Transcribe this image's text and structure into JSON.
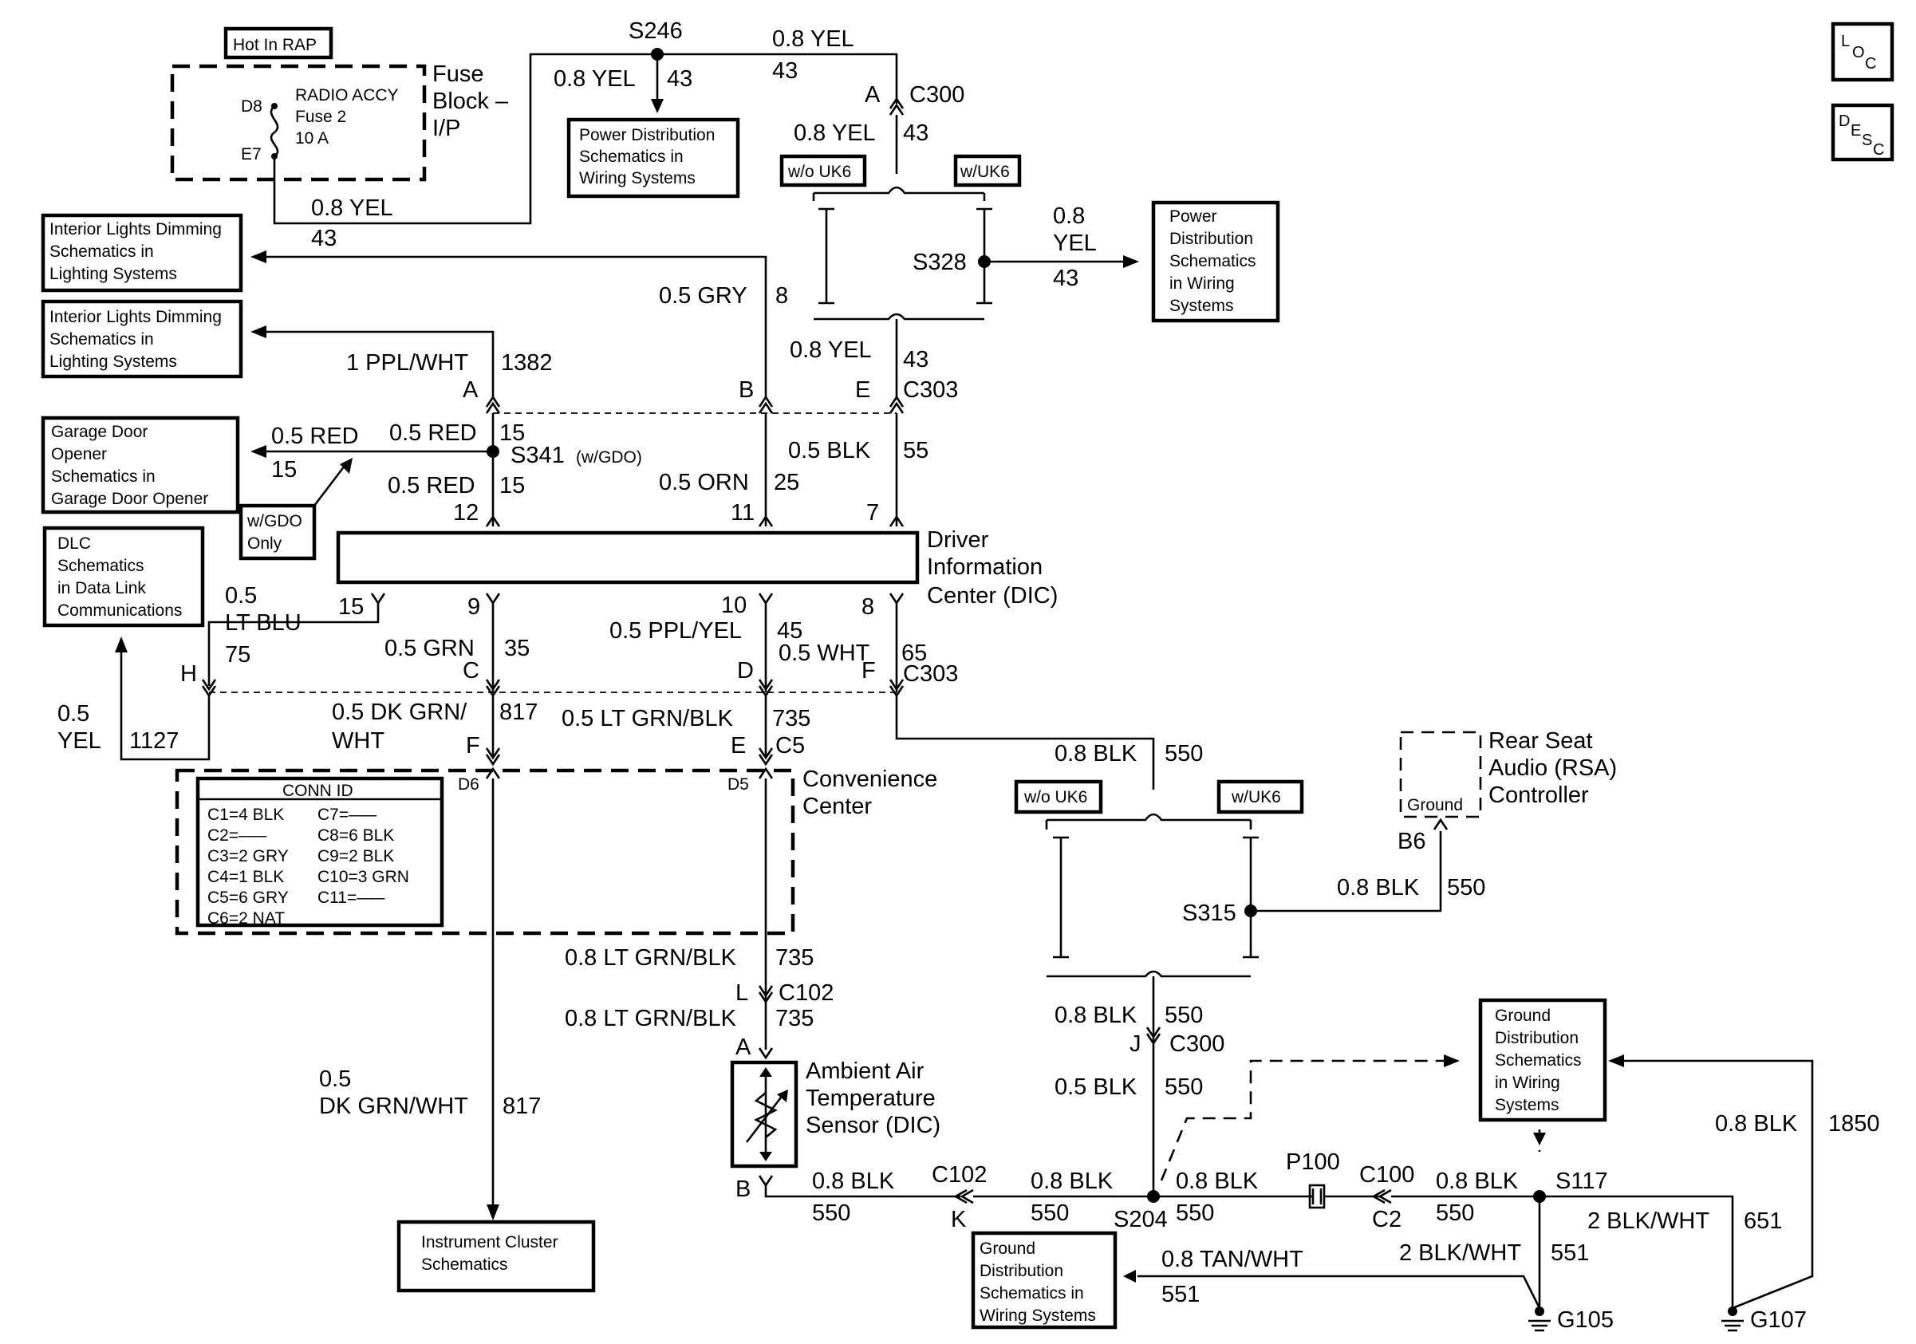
{
  "header": {
    "loc_icon": "LOC",
    "desc_icon": "DESC"
  },
  "fuse_block": {
    "tag": "Hot In RAP",
    "name_line1": "Fuse",
    "name_line2": "Block –",
    "name_line3": "I/P",
    "terminal_top": "D8",
    "terminal_bottom": "E7",
    "fuse_line1": "RADIO ACCY",
    "fuse_line2": "Fuse 2",
    "fuse_line3": "10 A",
    "wire_out": "0.8 YEL",
    "wire_out_circuit": "43"
  },
  "splices": {
    "s246": "S246",
    "s328": "S328",
    "s341": "S341",
    "s341_note": "(w/GDO)",
    "s315": "S315",
    "s204": "S204",
    "s117": "S117"
  },
  "connectors": {
    "c300": "C300",
    "c303": "C303",
    "c5": "C5",
    "c102": "C102",
    "c100": "C100",
    "c2": "C2",
    "p100": "P100",
    "c303_2": "C303",
    "c300_2": "C300",
    "c102_2": "C102"
  },
  "pins": {
    "A": "A",
    "B": "B",
    "C": "C",
    "D": "D",
    "E": "E",
    "F": "F",
    "H": "H",
    "J": "J",
    "K": "K",
    "L": "L",
    "B6": "B6",
    "D5": "D5",
    "D6": "D6",
    "A_sensor": "A",
    "B_sensor": "B",
    "E_c5": "E",
    "F_c5": "F",
    "n12": "12",
    "n11": "11",
    "n7": "7",
    "n15": "15",
    "n9": "9",
    "n10": "10",
    "n8": "8"
  },
  "wires": {
    "w_0_8_yel_a": "0.8 YEL",
    "c43_a": "43",
    "w_0_8_yel_b": "0.8 YEL",
    "c43_b": "43",
    "w_0_8_yel_c": "0.8 YEL",
    "c43_c": "43",
    "w_0_8_yel_d": "0.8",
    "w_0_8_yel_d2": "YEL",
    "c43_d": "43",
    "w_0_8_yel_e": "0.8 YEL",
    "c43_e": "43",
    "w_0_5_gry": "0.5 GRY",
    "c8": "8",
    "w_1_ppl_wht": "1 PPL/WHT",
    "c1382": "1382",
    "w_0_5_red_a": "0.5 RED",
    "c15_a": "15",
    "w_0_5_red_b": "0.5 RED",
    "c15_b": "15",
    "w_0_5_red_c": "0.5 RED",
    "c15_c": "15",
    "w_0_5_orn": "0.5 ORN",
    "c25": "25",
    "w_0_5_blk": "0.5 BLK",
    "c55": "55",
    "w_0_5_lt_blu_1": "0.5",
    "w_0_5_lt_blu_2": "LT BLU",
    "c75": "75",
    "w_0_5_grn": "0.5 GRN",
    "c35": "35",
    "w_0_5_ppl_yel": "0.5 PPL/YEL",
    "c45": "45",
    "w_0_5_wht": "0.5 WHT",
    "c65": "65",
    "w_0_5_yel_1": "0.5",
    "w_0_5_yel_2": "YEL",
    "c1127": "1127",
    "w_dk_grn_wht_1": "0.5 DK GRN/",
    "w_dk_grn_wht_2": "WHT",
    "c817_a": "817",
    "w_lt_grn_blk_a": "0.5 LT GRN/BLK",
    "c735_a": "735",
    "w_lt_grn_blk_b": "0.8 LT GRN/BLK",
    "c735_b": "735",
    "w_lt_grn_blk_c": "0.8 LT GRN/BLK",
    "c735_c": "735",
    "w_dk_grn_wht_3": "0.5",
    "w_dk_grn_wht_4": "DK GRN/WHT",
    "c817_b": "817",
    "w_0_8_blk_a": "0.8 BLK",
    "c550_a": "550",
    "w_0_8_blk_b": "0.8 BLK",
    "c550_b": "550",
    "w_0_8_blk_c": "0.8 BLK",
    "c550_c": "550",
    "w_0_5_blk_b": "0.5 BLK",
    "c550_d": "550",
    "w_0_8_blk_d": "0.8 BLK",
    "c550_e": "550",
    "w_0_8_blk_e": "0.8 BLK",
    "c550_f": "550",
    "w_0_8_blk_f": "0.8 BLK",
    "c550_g": "550",
    "w_0_8_blk_g": "0.8 BLK",
    "c550_h": "550",
    "w_0_8_blk_h": "0.8 BLK",
    "c1850": "1850",
    "w_2_blk_wht_a": "2 BLK/WHT",
    "c651": "651",
    "w_2_blk_wht_b": "2 BLK/WHT",
    "c551_a": "551",
    "w_0_8_tan_wht": "0.8 TAN/WHT",
    "c551_b": "551"
  },
  "options": {
    "wo_uk6_a": "w/o UK6",
    "w_uk6_a": "w/UK6",
    "wo_uk6_b": "w/o UK6",
    "w_uk6_b": "w/UK6",
    "w_gdo_1": "w/GDO",
    "w_gdo_2": "Only"
  },
  "components": {
    "dic_1": "Driver",
    "dic_2": "Information",
    "dic_3": "Center (DIC)",
    "conv_1": "Convenience",
    "conv_2": "Center",
    "aat_1": "Ambient Air",
    "aat_2": "Temperature",
    "aat_3": "Sensor (DIC)",
    "rsa_1": "Rear Seat",
    "rsa_2": "Audio (RSA)",
    "rsa_3": "Controller",
    "rsa_ground": "Ground",
    "g105": "G105",
    "g107": "G107"
  },
  "conn_id": {
    "title": "CONN ID",
    "left": [
      "C1=4 BLK",
      "C2=–––",
      "C3=2 GRY",
      "C4=1 BLK",
      "C5=6 GRY",
      "C6=2 NAT"
    ],
    "right": [
      "C7=–––",
      "C8=6 BLK",
      "C9=2 BLK",
      "C10=3 GRN",
      "C11=–––"
    ]
  },
  "refs": {
    "power_dist_a": [
      "Power Distribution",
      "Schematics in",
      "Wiring Systems"
    ],
    "power_dist_b": [
      "Power",
      "Distribution",
      "Schematics",
      "in Wiring",
      "Systems"
    ],
    "int_lights_a": [
      "Interior Lights Dimming",
      "Schematics in",
      "Lighting Systems"
    ],
    "int_lights_b": [
      "Interior Lights Dimming",
      "Schematics in",
      "Lighting Systems"
    ],
    "garage": [
      "Garage Door",
      "Opener",
      "Schematics in",
      "Garage Door Opener"
    ],
    "dlc": [
      "DLC",
      "Schematics",
      "in Data Link",
      "Communications"
    ],
    "ground_dist_a": [
      "Ground",
      "Distribution",
      "Schematics",
      "in Wiring",
      "Systems"
    ],
    "ground_dist_b": [
      "Ground",
      "Distribution",
      "Schematics in",
      "Wiring Systems"
    ],
    "instrument": [
      "Instrument Cluster",
      "Schematics"
    ]
  }
}
